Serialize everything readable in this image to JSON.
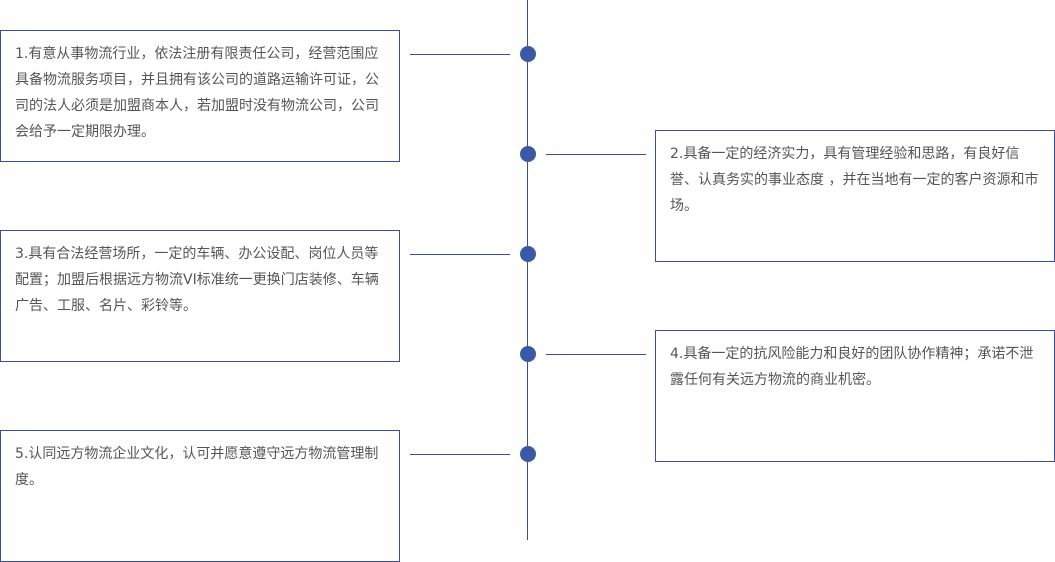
{
  "colors": {
    "accent": "#3a4fa3",
    "node": "#3a5aa8",
    "text": "#555555"
  },
  "items": [
    {
      "side": "left",
      "text": "1.有意从事物流行业，依法注册有限责任公司，经营范围应具备物流服务项目，并且拥有该公司的道路运输许可证，公司的法人必须是加盟商本人，若加盟时没有物流公司，公司会给予一定期限办理。"
    },
    {
      "side": "right",
      "text": "2.具备一定的经济实力，具有管理经验和思路，有良好信誉、认真务实的事业态度 ，并在当地有一定的客户资源和市场。"
    },
    {
      "side": "left",
      "text": "3.具有合法经营场所，一定的车辆、办公设配、岗位人员等配置；加盟后根据远方物流VI标准统一更换门店装修、车辆广告、工服、名片、彩铃等。"
    },
    {
      "side": "right",
      "text": "4.具备一定的抗风险能力和良好的团队协作精神；承诺不泄露任何有关远方物流的商业机密。"
    },
    {
      "side": "left",
      "text": "5.认同远方物流企业文化，认可并愿意遵守远方物流管理制度。"
    }
  ]
}
